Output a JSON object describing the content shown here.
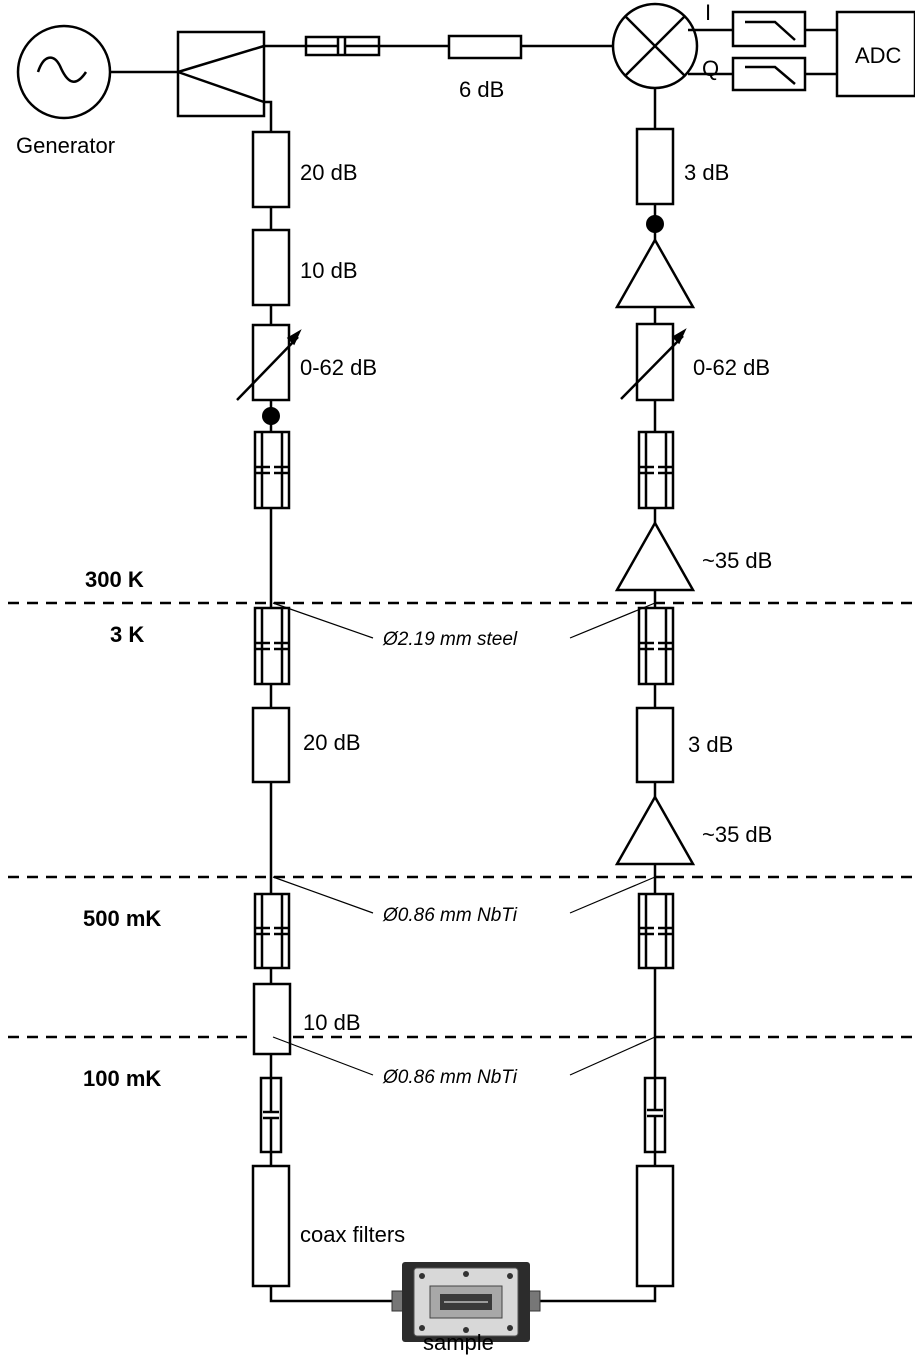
{
  "labels": {
    "generator": "Generator",
    "adc": "ADC",
    "i": "I",
    "q": "Q",
    "sample": "sample",
    "coax_filters": "coax filters",
    "top_att": "6 dB",
    "left_att_1": "20 dB",
    "left_att_2": "10 dB",
    "left_var_att": "0-62 dB",
    "left_att_3k": "20 dB",
    "left_att_500mk": "10 dB",
    "right_att_1": "3 dB",
    "right_var_att": "0-62 dB",
    "right_amp_300k": "~35 dB",
    "right_att_3k": "3 dB",
    "right_amp_3k": "~35 dB"
  },
  "stages": [
    {
      "name": "300 K"
    },
    {
      "name": "3 K"
    },
    {
      "name": "500 mK"
    },
    {
      "name": "100 mK"
    }
  ],
  "cables": [
    {
      "label": "Ø2.19 mm steel"
    },
    {
      "label": "Ø0.86 mm NbTi"
    },
    {
      "label": "Ø0.86 mm NbTi"
    }
  ]
}
